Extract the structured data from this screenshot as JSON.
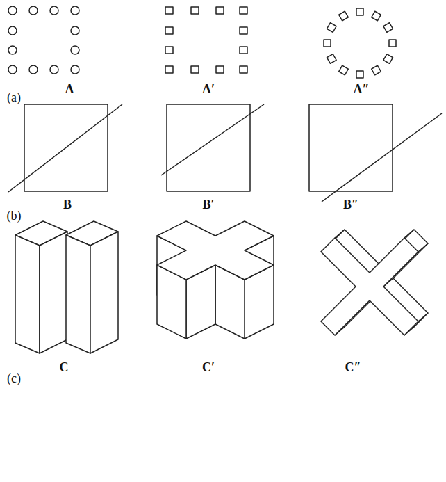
{
  "diagram": {
    "labels": [
      "A",
      "A′",
      "A″",
      "(a)",
      "B",
      "B′",
      "B″",
      "(b)",
      "C",
      "C′",
      "C″",
      "(c)"
    ]
  }
}
